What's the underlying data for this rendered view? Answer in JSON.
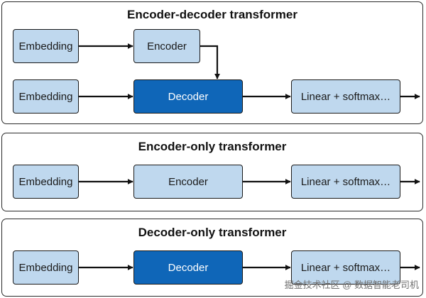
{
  "panels": [
    {
      "title": "Encoder-decoder transformer",
      "boxes": {
        "embedding_top": "Embedding",
        "encoder": "Encoder",
        "embedding_bottom": "Embedding",
        "decoder": "Decoder",
        "output": "Linear + softmax…"
      }
    },
    {
      "title": "Encoder-only transformer",
      "boxes": {
        "embedding": "Embedding",
        "encoder": "Encoder",
        "output": "Linear + softmax…"
      }
    },
    {
      "title": "Decoder-only transformer",
      "boxes": {
        "embedding": "Embedding",
        "decoder": "Decoder",
        "output": "Linear + softmax…"
      }
    }
  ],
  "colors": {
    "light_box": "#bfd8ee",
    "dark_box": "#0f66b8",
    "stroke": "#111111"
  },
  "watermark": "掘金技术社区 @ 数据智能老司机"
}
